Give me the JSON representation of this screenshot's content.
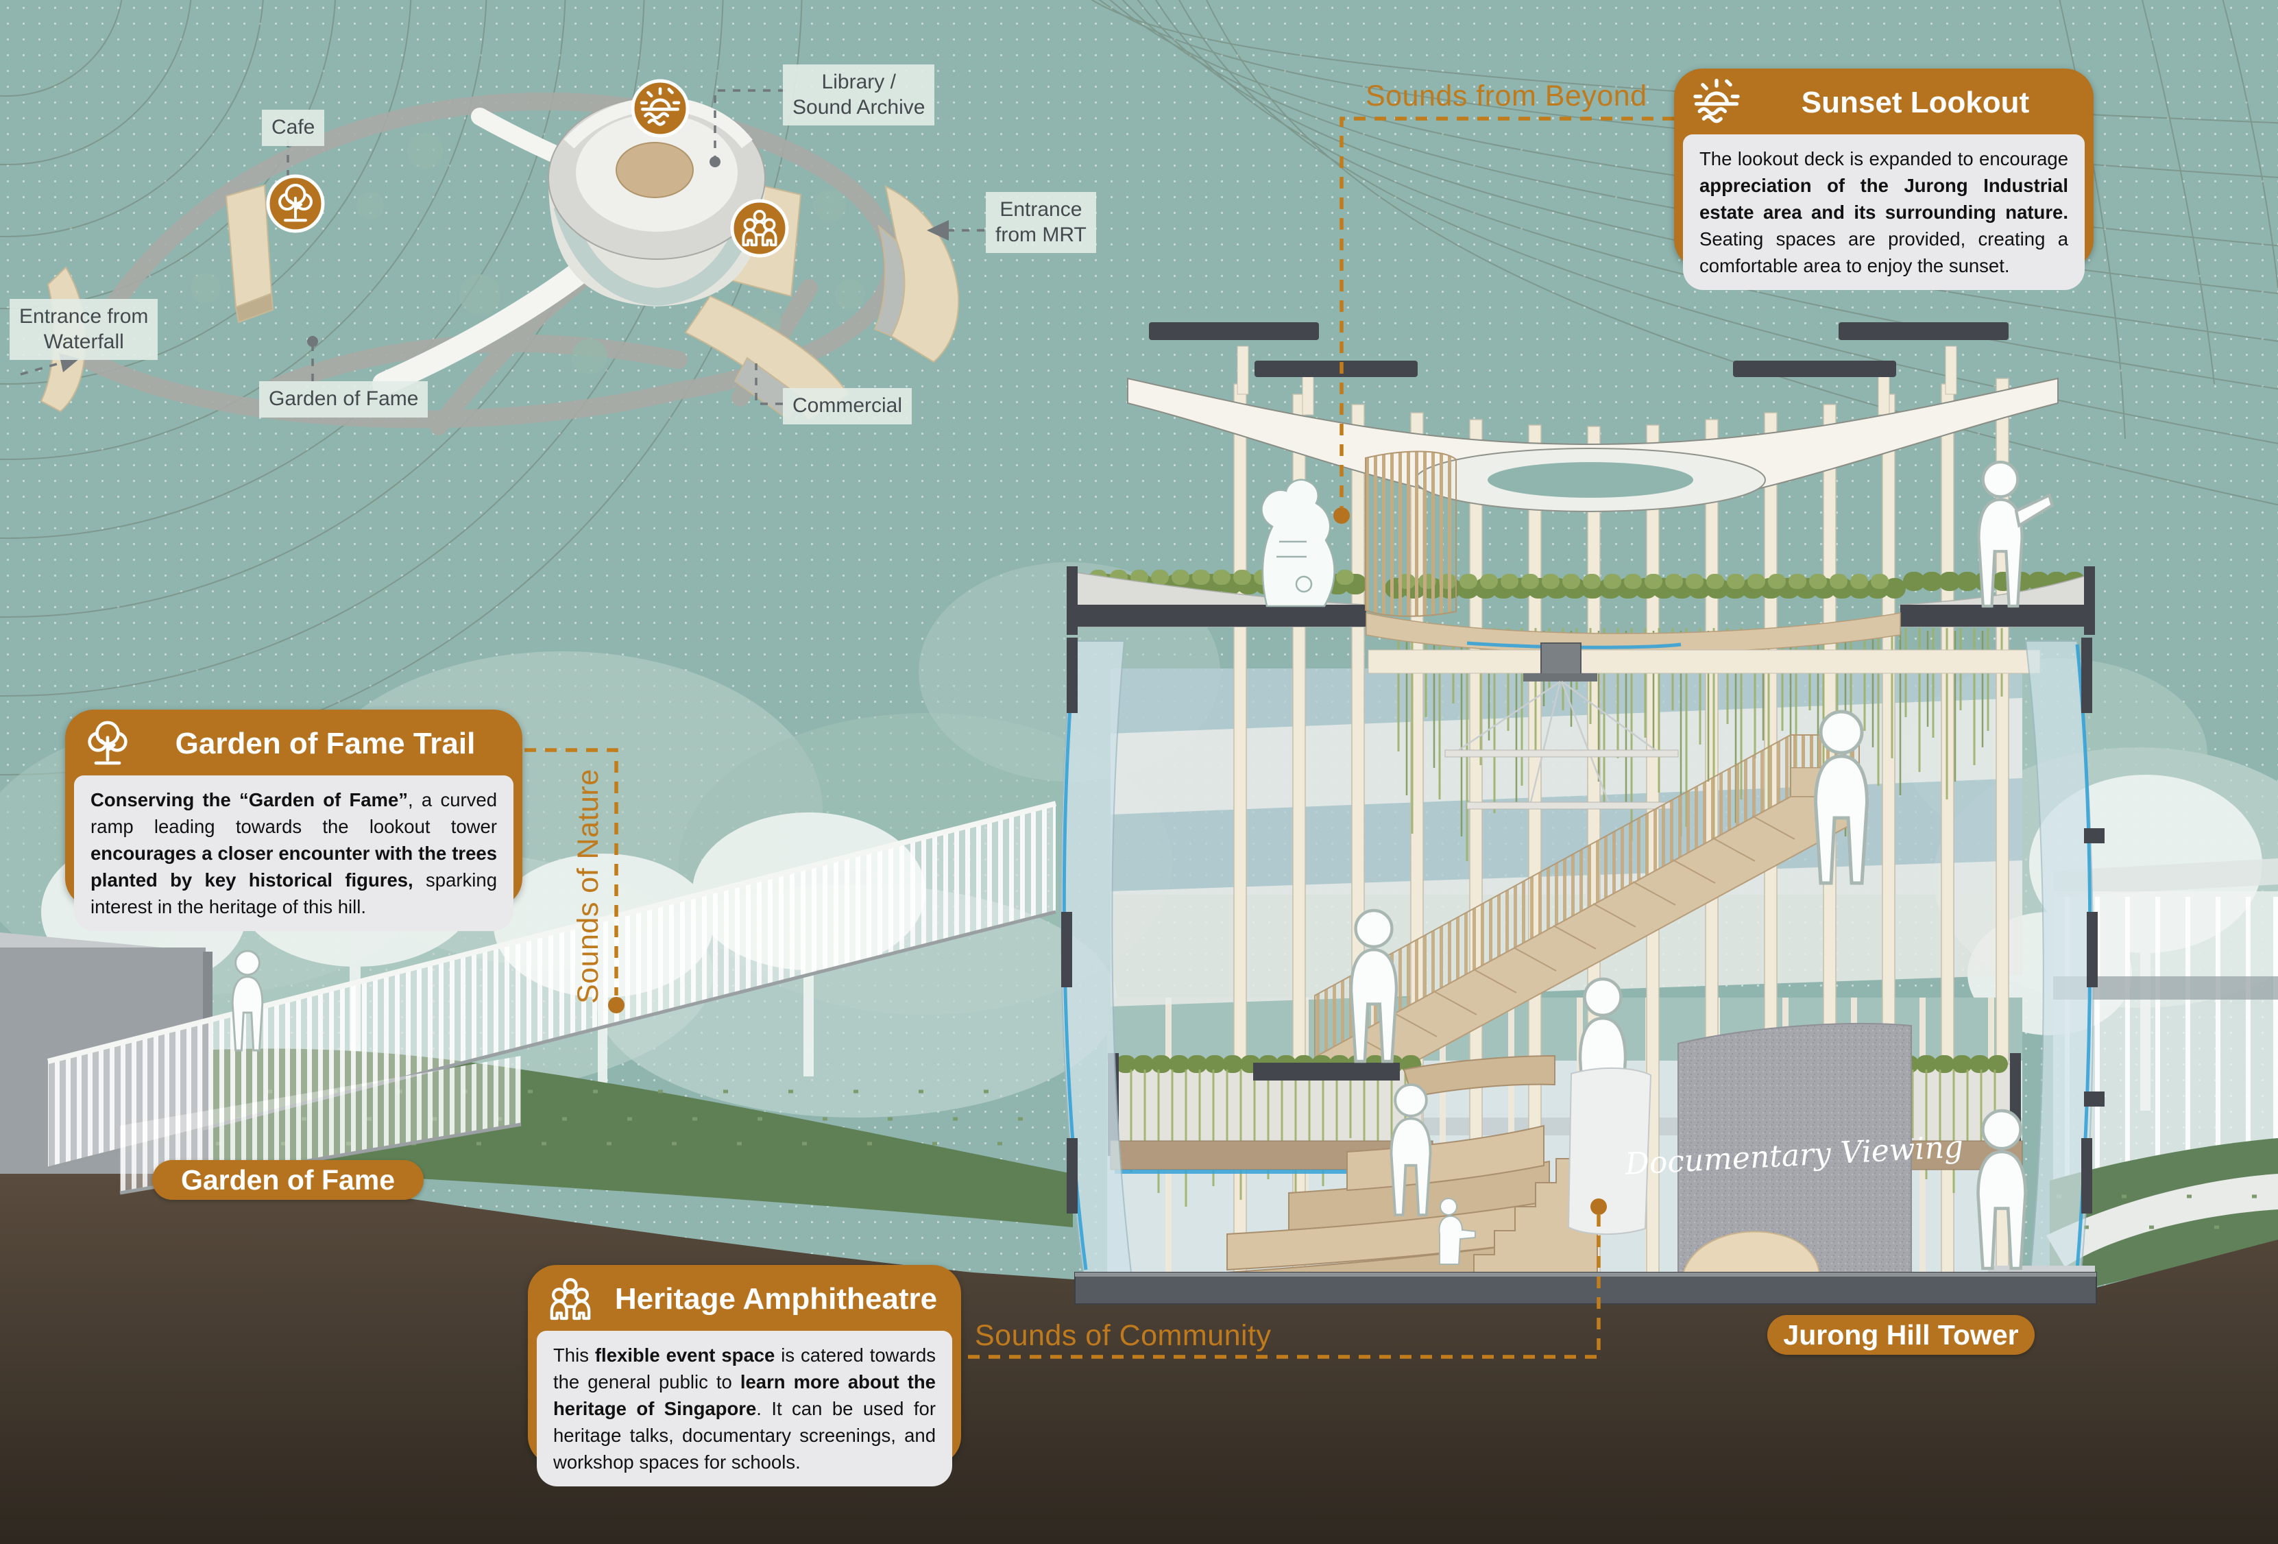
{
  "colors": {
    "accent": "#b5731f",
    "leader_dash": "#c17d1b",
    "sky": "#8fb5ae",
    "soil": "#4e4236",
    "grass": "#5f7f55",
    "plan_label_bg": "#e2ece7",
    "callout_body_bg": "#e9e9eb",
    "glass_blue_accent": "#35a2d6"
  },
  "icons": {
    "sunset": "sunset-icon",
    "tree": "tree-icon",
    "people": "people-group-icon"
  },
  "site_plan": {
    "labels": {
      "cafe": "Cafe",
      "library_line1": "Library /",
      "library_line2": "Sound Archive",
      "mrt_line1": "Entrance",
      "mrt_line2": "from MRT",
      "waterfall_line1": "Entrance from",
      "waterfall_line2": "Waterfall",
      "garden": "Garden of Fame",
      "commercial": "Commercial"
    }
  },
  "zones": {
    "beyond": "Sounds from Beyond",
    "nature": "Sounds of Nature",
    "community": "Sounds of Community"
  },
  "pills": {
    "garden": "Garden of Fame",
    "tower": "Jurong Hill Tower"
  },
  "tower": {
    "screen_text": "Documentary Viewing"
  },
  "callouts": {
    "sunset": {
      "title": "Sunset Lookout",
      "body": [
        {
          "t": "The lookout deck is expanded to encourage "
        },
        {
          "t": "appreciation of the Jurong Industrial estate area and its surrounding nature."
        },
        {
          "t": " Seating spaces are provided, creating a comfortable area to enjoy the sunset."
        }
      ]
    },
    "garden_trail": {
      "title": "Garden of Fame Trail",
      "body": [
        {
          "t": "Conserving the “Garden of Fame”"
        },
        {
          "t": ", a curved ramp leading towards the lookout tower "
        },
        {
          "t": "encourages a closer encounter with the trees planted by key historical figures,"
        },
        {
          "t": " sparking interest in the heritage of this hill."
        }
      ]
    },
    "heritage": {
      "title": "Heritage Amphitheatre",
      "body": [
        {
          "t": "This "
        },
        {
          "t": "flexible event space"
        },
        {
          "t": " is catered towards the general public to "
        },
        {
          "t": "learn more about the heritage of Singapore"
        },
        {
          "t": ". It can be used for heritage talks, documentary screenings, and workshop spaces for schools."
        }
      ]
    }
  }
}
